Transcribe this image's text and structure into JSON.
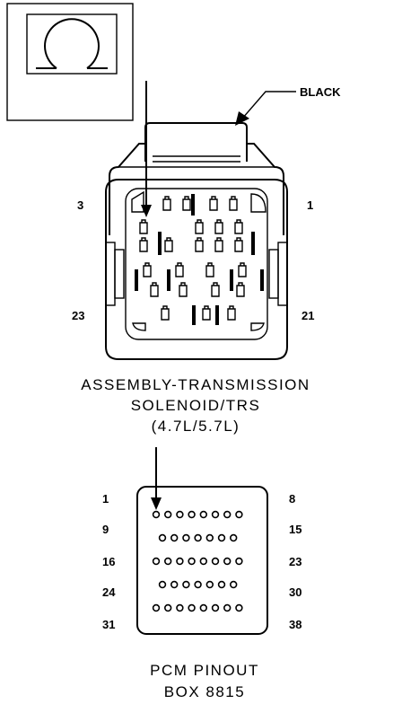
{
  "connector": {
    "callout": "BLACK",
    "pin_labels": {
      "top_left": "3",
      "top_right": "1",
      "bottom_left": "23",
      "bottom_right": "21"
    },
    "title_lines": [
      "ASSEMBLY-TRANSMISSION",
      "SOLENOID/TRS",
      "(4.7L/5.7L)"
    ],
    "color": "#000000"
  },
  "pcm": {
    "rows": [
      {
        "left": "1",
        "right": "8",
        "pins": 8
      },
      {
        "left": "9",
        "right": "15",
        "pins": 7
      },
      {
        "left": "16",
        "right": "23",
        "pins": 8
      },
      {
        "left": "24",
        "right": "30",
        "pins": 7
      },
      {
        "left": "31",
        "right": "38",
        "pins": 8
      }
    ],
    "title_lines": [
      "PCM PINOUT",
      "BOX 8815"
    ]
  },
  "icons": {
    "view_indicator": "circle-view-icon",
    "pointer": "arrow-icon"
  }
}
